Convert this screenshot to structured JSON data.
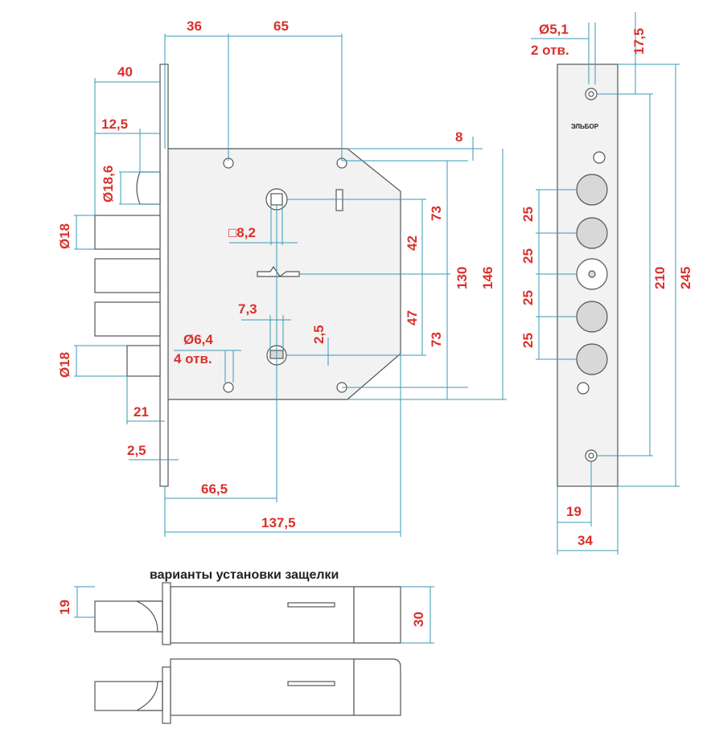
{
  "title": "варианты установки защелки",
  "brand": "ЭЛЬБОР",
  "dims": {
    "d36": "36",
    "d65": "65",
    "d40": "40",
    "d12_5": "12,5",
    "d18_6": "Ø18,6",
    "d18a": "Ø18",
    "d18b": "Ø18",
    "d8": "8",
    "d73a": "73",
    "d42": "42",
    "d130": "130",
    "d146": "146",
    "d47": "47",
    "d73b": "73",
    "sq8_2": "□8,2",
    "d7_3": "7,3",
    "d6_4": "Ø6,4",
    "holes4": "4 отв.",
    "d2_5a": "2,5",
    "d21": "21",
    "d2_5b": "2,5",
    "d66_5": "66,5",
    "d137_5": "137,5",
    "d5_1": "Ø5,1",
    "holes2": "2 отв.",
    "d17_5": "17,5",
    "d25a": "25",
    "d25b": "25",
    "d25c": "25",
    "d25d": "25",
    "d210": "210",
    "d245": "245",
    "d19a": "19",
    "d34": "34",
    "d19b": "19",
    "d30": "30"
  }
}
